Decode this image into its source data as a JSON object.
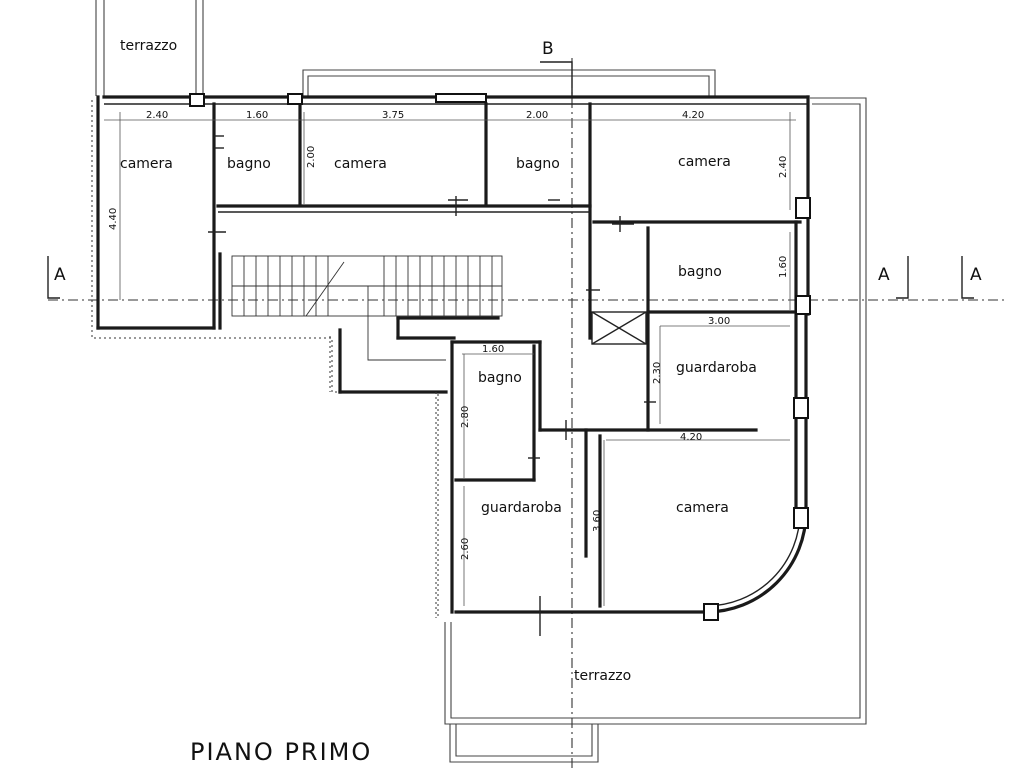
{
  "plan": {
    "title": "PIANO PRIMO",
    "section_marks": {
      "a_left": "A",
      "a_right": "A",
      "a_far_right": "A",
      "b_top": "B"
    },
    "rooms": {
      "terrazzo_top": "terrazzo",
      "camera_1": "camera",
      "bagno_1": "bagno",
      "camera_2": "camera",
      "bagno_2": "bagno",
      "camera_3": "camera",
      "bagno_3": "bagno",
      "guardaroba_1": "guardaroba",
      "bagno_4": "bagno",
      "guardaroba_2": "guardaroba",
      "camera_4": "camera",
      "terrazzo_bottom": "terrazzo"
    },
    "dimensions": {
      "d_240_top": "2.40",
      "d_160_top": "1.60",
      "d_375": "3.75",
      "d_200_top": "2.00",
      "d_420_top": "4.20",
      "d_200_v": "2.00",
      "d_440_v": "4.40",
      "d_240_v": "2.40",
      "d_160_v": "1.60",
      "d_300": "3.00",
      "d_160_mid": "1.60",
      "d_230_v": "2.30",
      "d_280_v": "2.80",
      "d_420_mid": "4.20",
      "d_360_v": "3.60",
      "d_260_v": "2.60"
    }
  }
}
